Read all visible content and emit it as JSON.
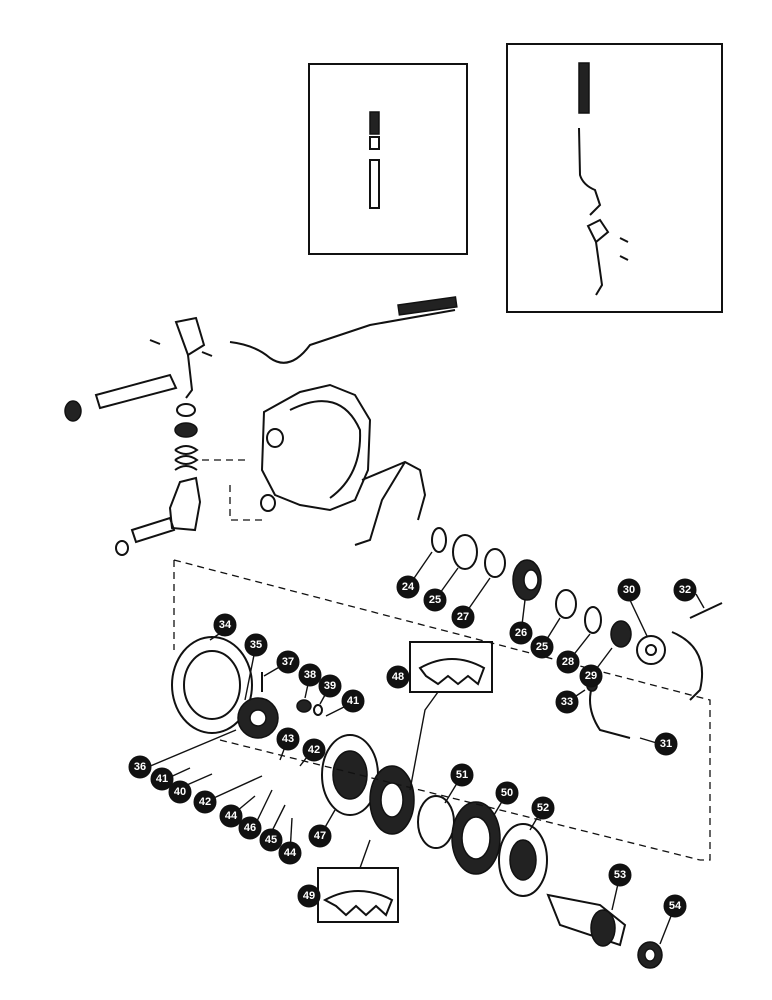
{
  "callouts": {
    "c24": "24",
    "c25a": "25",
    "c25b": "25",
    "c26": "26",
    "c27": "27",
    "c28": "28",
    "c29": "29",
    "c30": "30",
    "c31": "31",
    "c32": "32",
    "c33": "33",
    "c34": "34",
    "c35": "35",
    "c36": "36",
    "c37": "37",
    "c38": "38",
    "c39": "39",
    "c40": "40",
    "c41a": "41",
    "c41b": "41",
    "c42a": "42",
    "c42b": "42",
    "c43": "43",
    "c44a": "44",
    "c44b": "44",
    "c45": "45",
    "c46": "46",
    "c47": "47",
    "c48": "48",
    "c49": "49",
    "c50": "50",
    "c51": "51",
    "c52": "52",
    "c53": "53",
    "c54": "54"
  },
  "colors": {
    "ink": "#111111",
    "paper": "#ffffff"
  }
}
